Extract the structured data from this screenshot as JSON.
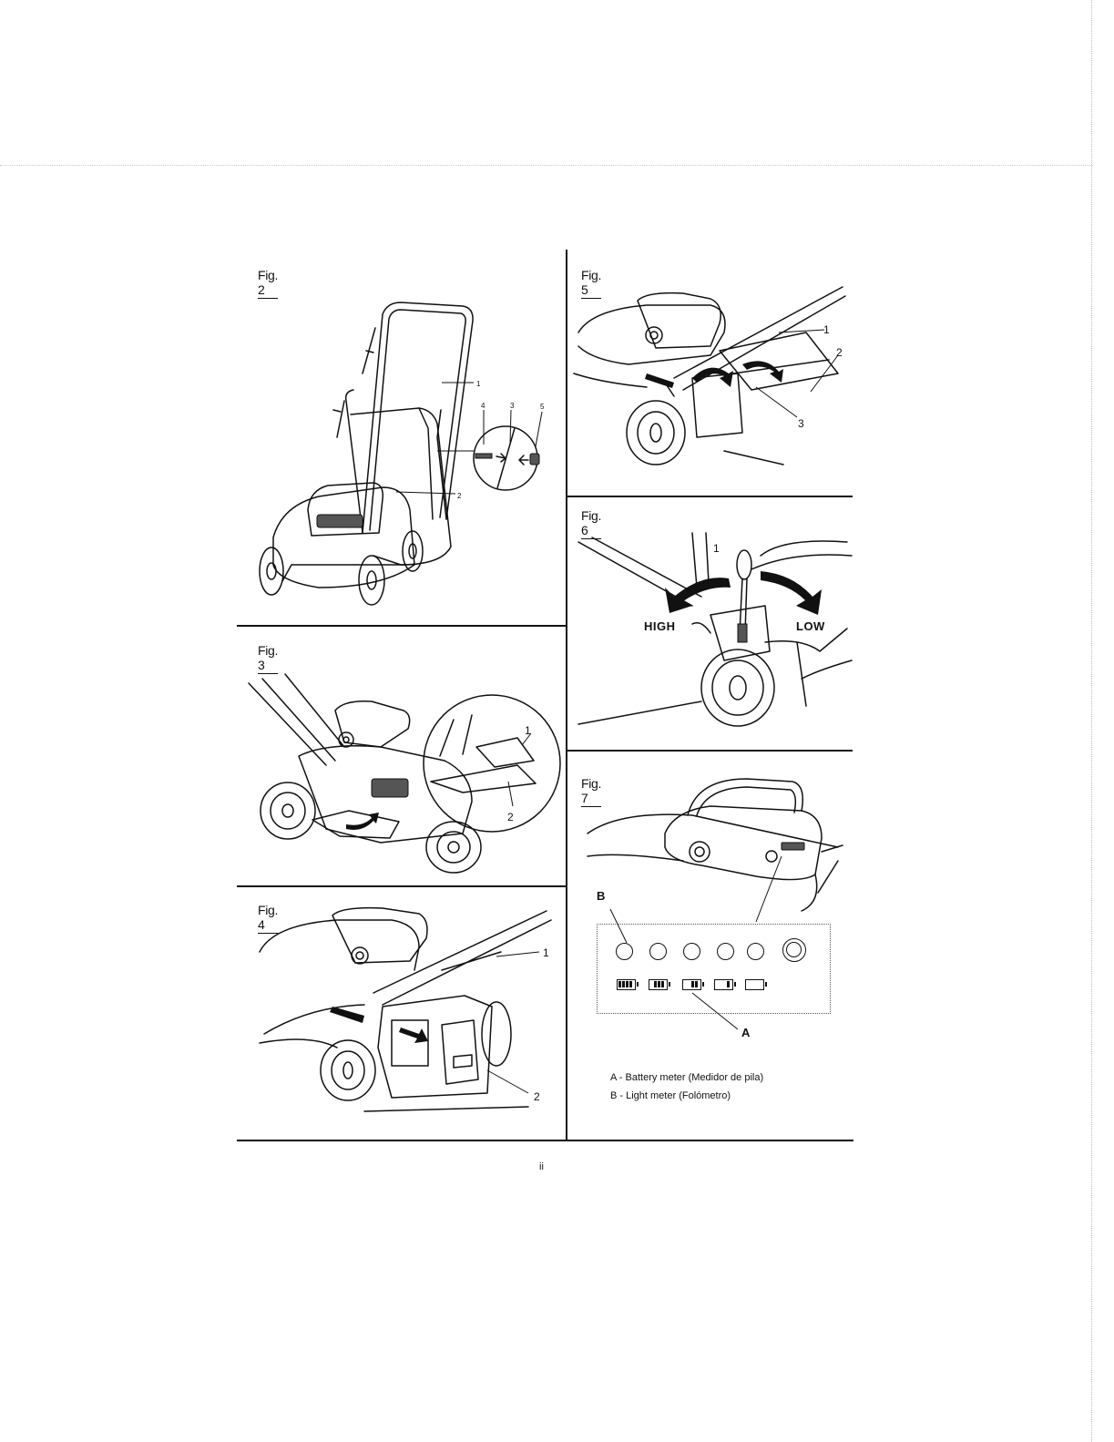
{
  "page": {
    "number": "ii"
  },
  "figures": {
    "fig2": {
      "label": "Fig. 2",
      "callouts": [
        "1",
        "2",
        "3",
        "4",
        "5"
      ]
    },
    "fig3": {
      "label": "Fig. 3",
      "callouts": [
        "1",
        "2"
      ]
    },
    "fig4": {
      "label": "Fig. 4",
      "callouts": [
        "1",
        "2"
      ]
    },
    "fig5": {
      "label": "Fig. 5",
      "callouts": [
        "1",
        "2",
        "3"
      ]
    },
    "fig6": {
      "label": "Fig. 6",
      "callouts": [
        "1"
      ],
      "high_label": "HIGH",
      "low_label": "LOW"
    },
    "fig7": {
      "label": "Fig. 7",
      "callout_a": "A",
      "callout_b": "B",
      "light_count": 5,
      "battery_levels": [
        4,
        3,
        2,
        1,
        0
      ],
      "legend": [
        "A - Battery meter (Medidor de pila)",
        "B - Light meter (Folómetro)"
      ]
    }
  }
}
